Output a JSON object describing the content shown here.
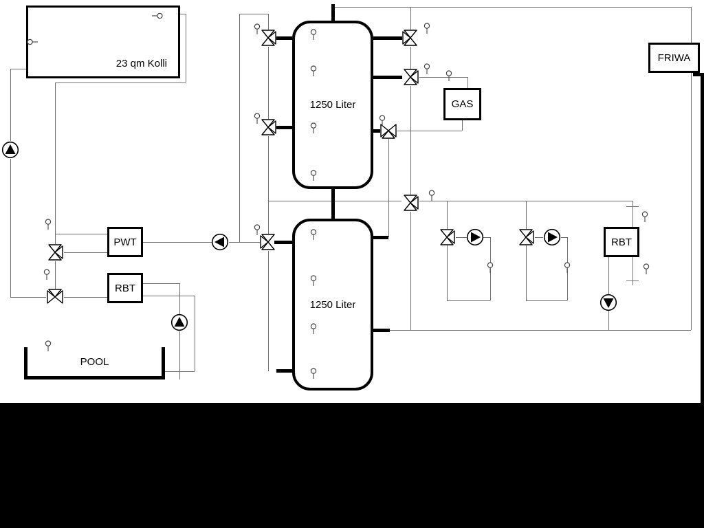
{
  "labels": {
    "collector": "23 qm Kolli",
    "upper_tank": "1250 Liter",
    "lower_tank": "1250 Liter",
    "pwt": "PWT",
    "rbt_left": "RBT",
    "rbt_right": "RBT",
    "gas": "GAS",
    "friwa": "FRIWA",
    "pool": "POOL"
  },
  "colors": {
    "pipe": "#6e6e6e",
    "ink": "#000000",
    "background": "#ffffff",
    "mask": "#000000"
  }
}
